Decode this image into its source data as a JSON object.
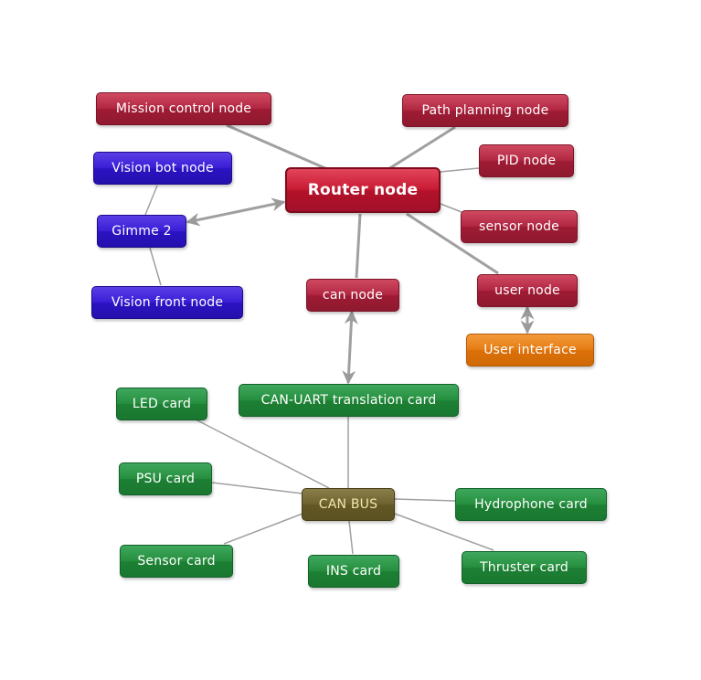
{
  "nodes": {
    "mission_control": "Mission control node",
    "path_planning": "Path planning node",
    "vision_bot": "Vision bot node",
    "pid": "PID node",
    "router": "Router node",
    "gimme": "Gimme 2",
    "sensor_node": "sensor node",
    "vision_front": "Vision front node",
    "can_node": "can node",
    "user_node": "user node",
    "user_interface": "User interface",
    "led_card": "LED card",
    "can_uart": "CAN-UART translation card",
    "psu_card": "PSU card",
    "can_bus": "CAN BUS",
    "hydrophone_card": "Hydrophone card",
    "sensor_card": "Sensor card",
    "ins_card": "INS card",
    "thruster_card": "Thruster card"
  },
  "colors": {
    "node_red": "#a8203b",
    "router_red": "#c0162f",
    "node_blue": "#3016cc",
    "node_orange": "#e2780f",
    "card_green": "#218a3a",
    "bus_olive": "#6a5f2c",
    "edge_gray": "#a0a0a0"
  }
}
